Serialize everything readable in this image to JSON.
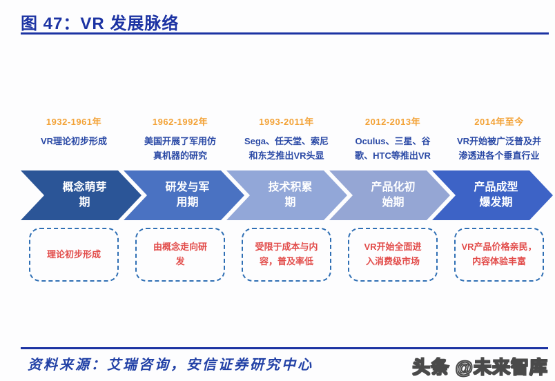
{
  "figure": {
    "title": "图 47：VR 发展脉络",
    "accent_color": "#1c33a3"
  },
  "stages": [
    {
      "period": "1932-1961年",
      "event": "VR理论初步形成",
      "phase": "概念萌芽期",
      "note": "理论初步形成",
      "arrow_color": "#2b5597"
    },
    {
      "period": "1962-1992年",
      "event": "美国开展了军用仿\n真机器的研究",
      "phase": "研发与军用期",
      "note": "由概念走向研\n发",
      "arrow_color": "#4a72c2"
    },
    {
      "period": "1993-2011年",
      "event": "Sega、任天堂、索尼\n和东芝推出VR头显",
      "phase": "技术积累期",
      "note": "受限于成本与内\n容，普及率低",
      "arrow_color": "#92a7d8"
    },
    {
      "period": "2012-2013年",
      "event": "Oculus、三星、谷\n歌、HTC等推出VR",
      "phase": "产品化初始期",
      "note": "VR开始全面进\n入消费级市场",
      "arrow_color": "#95a6d4"
    },
    {
      "period": "2014年至今",
      "event": "VR开始被广泛普及并\n渗透进各个垂直行业",
      "phase": "产品成型爆发期",
      "note": "VR产品价格亲民，\n内容体验丰富",
      "arrow_color": "#3d63c6"
    }
  ],
  "colors": {
    "period_text": "#f3a338",
    "event_text": "#2a49a5",
    "note_text": "#e24c4a",
    "note_border": "#2f6fb4"
  },
  "footer": {
    "source": "资料来源：艾瑞咨询，安信证券研究中心",
    "watermark": "头条 @未来智库"
  }
}
